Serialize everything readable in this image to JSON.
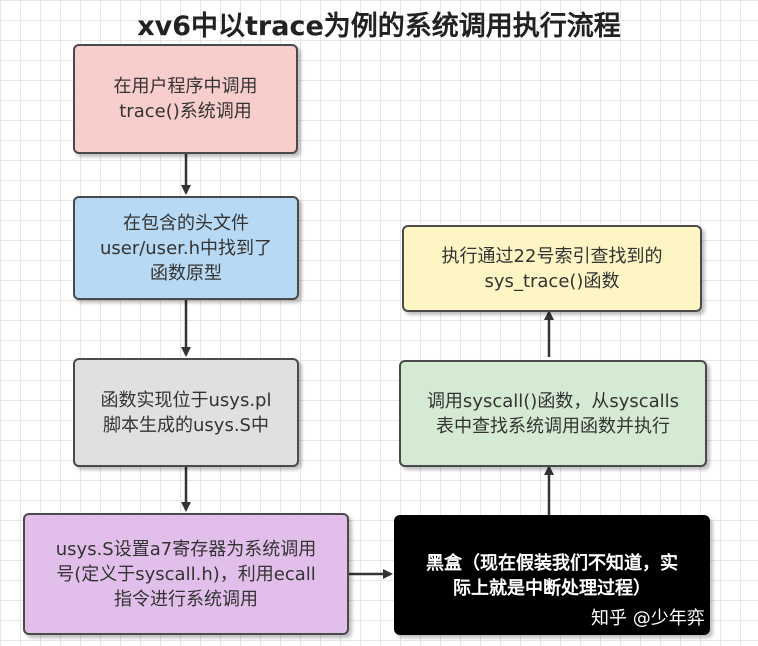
{
  "title": "xv6中以trace为例的系统调用执行流程",
  "nodes": [
    {
      "id": "n1",
      "text": "在用户程序中调用\ntrace()系统调用",
      "fill": "#f8cecc"
    },
    {
      "id": "n2",
      "text": "在包含的头文件\nuser/user.h中找到了\n函数原型",
      "fill": "#b8d9f3"
    },
    {
      "id": "n3",
      "text": "函数实现位于usys.pl\n脚本生成的usys.S中",
      "fill": "#e0e0e0"
    },
    {
      "id": "n4",
      "text": "usys.S设置a7寄存器为系统调用\n号(定义于syscall.h)，利用ecall\n指令进行系统调用",
      "fill": "#e1bfea"
    },
    {
      "id": "n5",
      "text": "黑盒（现在假装我们不知道，实\n际上就是中断处理过程）",
      "fill": "#000000",
      "text_color": "#ffffff"
    },
    {
      "id": "n6",
      "text": "调用syscall()函数，从syscalls\n表中查找系统调用函数并执行",
      "fill": "#d5ead2"
    },
    {
      "id": "n7",
      "text": "执行通过22号索引查找到的\nsys_trace()函数",
      "fill": "#fdf5c4"
    }
  ],
  "edges": [
    {
      "from": "n1",
      "to": "n2"
    },
    {
      "from": "n2",
      "to": "n3"
    },
    {
      "from": "n3",
      "to": "n4"
    },
    {
      "from": "n4",
      "to": "n5"
    },
    {
      "from": "n5",
      "to": "n6"
    },
    {
      "from": "n6",
      "to": "n7"
    }
  ],
  "watermark": "知乎 @少年弈"
}
